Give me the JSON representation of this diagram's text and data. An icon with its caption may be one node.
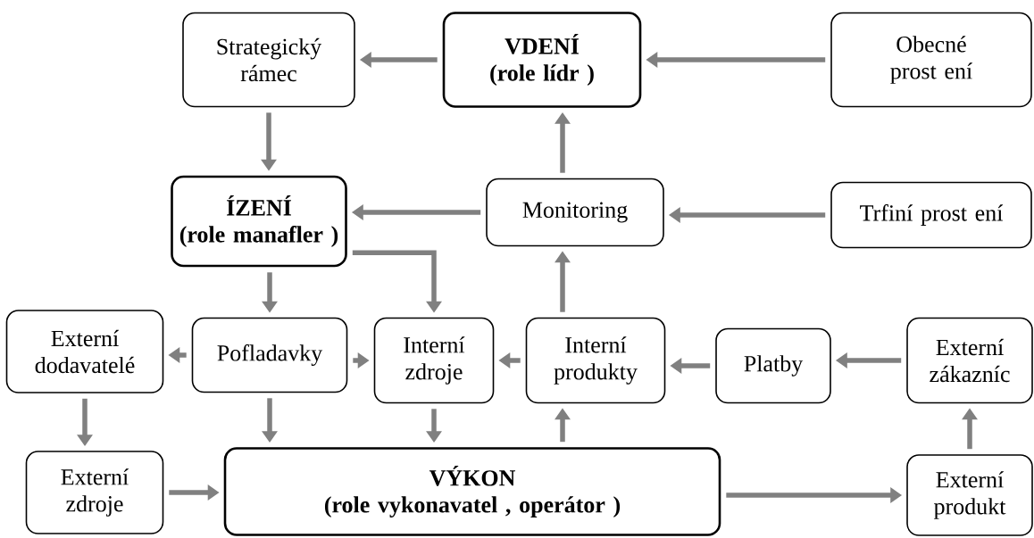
{
  "diagram": {
    "nodes": [
      {
        "text": [
          "Strategický rámec"
        ]
      },
      {
        "text": [
          "VDENÍ",
          "(role lídr )"
        ]
      },
      {
        "text": [
          "Obecné prost ení"
        ]
      },
      {
        "text": [
          "ÍZENÍ",
          "(role manafler )"
        ]
      },
      {
        "text": [
          "Monitoring"
        ]
      },
      {
        "text": [
          "Trfiní prost ení"
        ]
      },
      {
        "text": [
          "Externí dodavatelé"
        ]
      },
      {
        "text": [
          "Pofladavky"
        ]
      },
      {
        "text": [
          "Interní zdroje"
        ]
      },
      {
        "text": [
          "Interní produkty"
        ]
      },
      {
        "text": [
          "Platby"
        ]
      },
      {
        "text": [
          "Externí zákazníc"
        ]
      },
      {
        "text": [
          "Externí zdroje"
        ]
      },
      {
        "text": [
          "VÝKON",
          "(role vykonavatel , operátor )"
        ]
      },
      {
        "text": [
          "Externí produkt"
        ]
      }
    ],
    "edges": [
      {
        "from": 1,
        "to": 0,
        "arrow": "to"
      },
      {
        "from": 2,
        "to": 1,
        "arrow": "to"
      },
      {
        "from": 0,
        "to": 3,
        "arrow": "to"
      },
      {
        "from": 4,
        "to": 1,
        "arrow": "to"
      },
      {
        "from": 4,
        "to": 3,
        "arrow": "to"
      },
      {
        "from": 5,
        "to": 4,
        "arrow": "to"
      },
      {
        "from": 3,
        "to": 7,
        "arrow": "to"
      },
      {
        "from": 3,
        "to": 8,
        "arrow": "to"
      },
      {
        "from": 9,
        "to": 4,
        "arrow": "to"
      },
      {
        "from": 7,
        "to": 6,
        "arrow": "to"
      },
      {
        "from": 7,
        "to": 8,
        "arrow": "to"
      },
      {
        "from": 9,
        "to": 8,
        "arrow": "to"
      },
      {
        "from": 10,
        "to": 9,
        "arrow": "to"
      },
      {
        "from": 11,
        "to": 10,
        "arrow": "to"
      },
      {
        "from": 6,
        "to": 12,
        "arrow": "to"
      },
      {
        "from": 7,
        "to": 13,
        "arrow": "to"
      },
      {
        "from": 8,
        "to": 13,
        "arrow": "to"
      },
      {
        "from": 13,
        "to": 9,
        "arrow": "to"
      },
      {
        "from": 12,
        "to": 13,
        "arrow": "to"
      },
      {
        "from": 13,
        "to": 14,
        "arrow": "to"
      },
      {
        "from": 14,
        "to": 11,
        "arrow": "to"
      }
    ]
  }
}
